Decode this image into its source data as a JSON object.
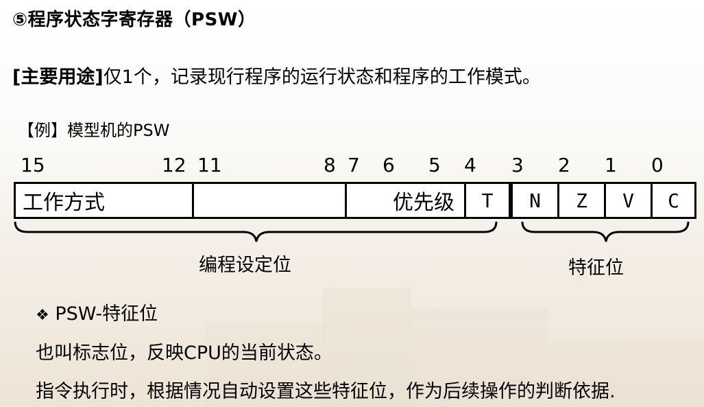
{
  "title": "⑤程序状态字寄存器（PSW）",
  "usage": {
    "label": "[主要用途]",
    "text": "仅1个，记录现行程序的运行状态和程序的工作模式。"
  },
  "example_title": "【例】模型机的PSW",
  "bit_numbers": [
    "15",
    "12",
    "11",
    "8",
    "7",
    "6",
    "5",
    "4",
    "3",
    "2",
    "1",
    "0"
  ],
  "register": {
    "mode_label": "工作方式",
    "priority_label": "优先级",
    "flags": [
      "T",
      "N",
      "Z",
      "V",
      "C"
    ]
  },
  "braces": {
    "programmable": "编程设定位",
    "feature": "特征位"
  },
  "bullet": {
    "symbol": "❖",
    "text": "PSW-特征位"
  },
  "paragraphs": [
    "也叫标志位，反映CPU的当前状态。",
    "指令执行时，根据情况自动设置这些特征位，作为后续操作的判断依据."
  ]
}
